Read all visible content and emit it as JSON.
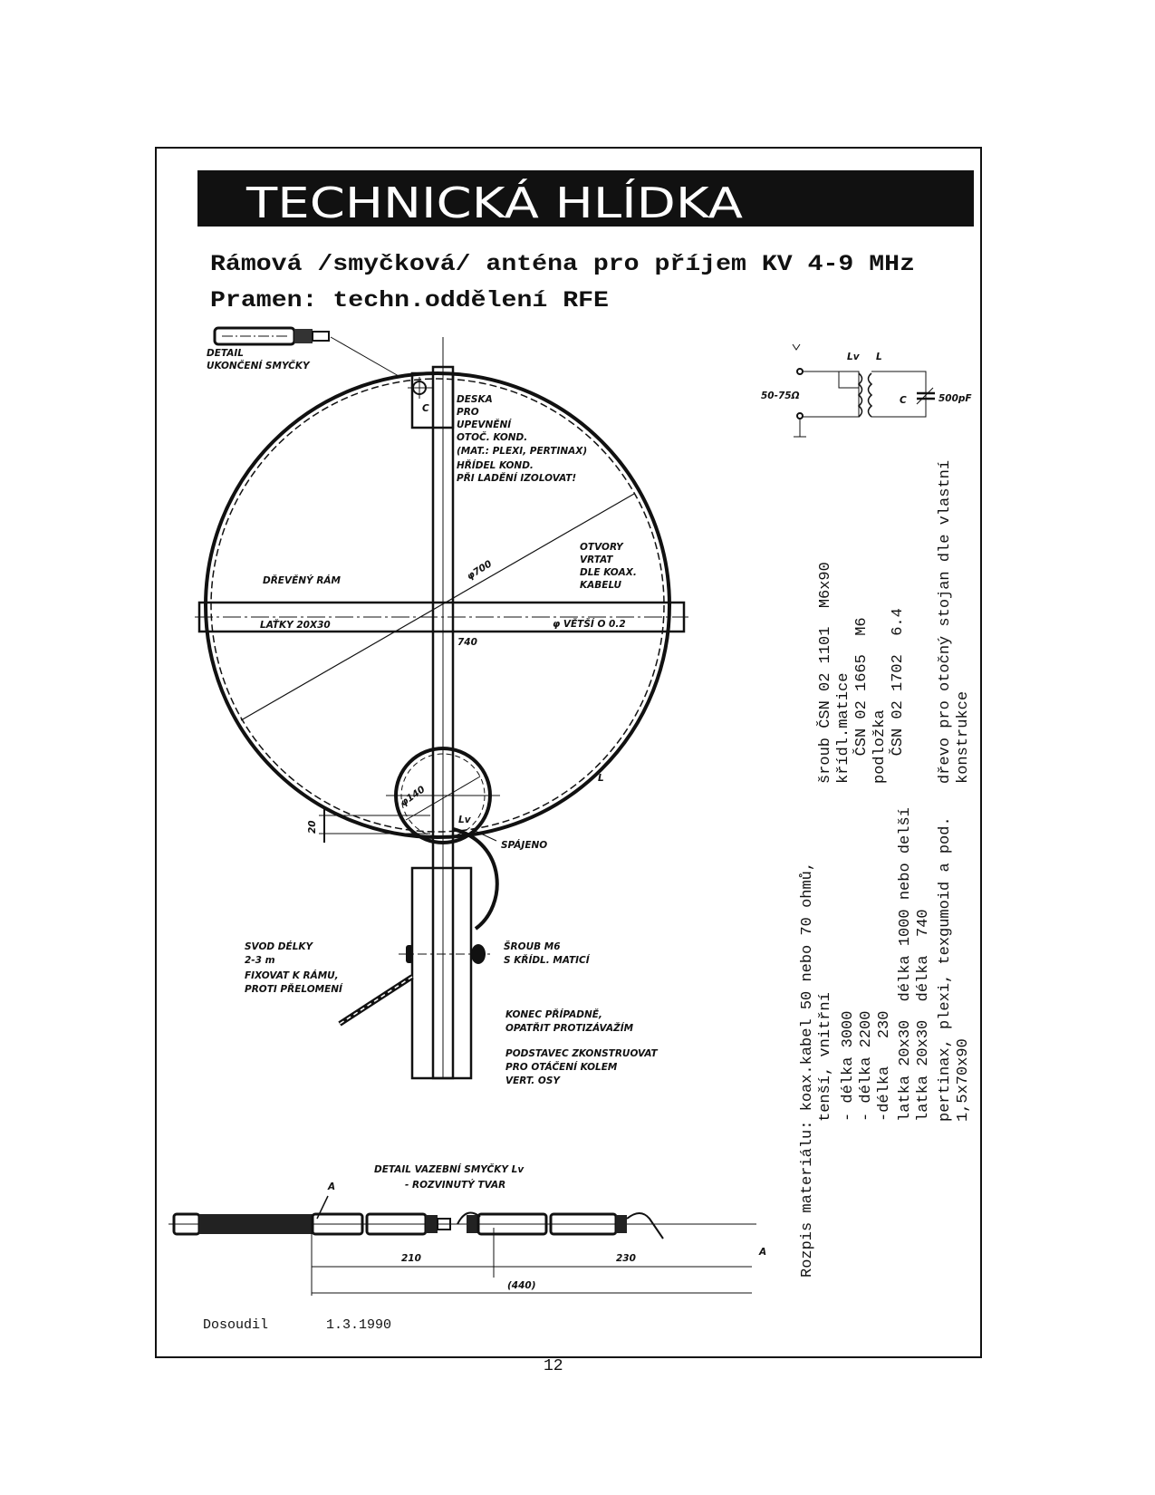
{
  "header": {
    "title": "TECHNICKÁ HLÍDKA"
  },
  "subtitle": {
    "line1": "Rámová /smyčková/ anténa pro příjem KV 4-9 MHz",
    "line2": "Pramen: techn.oddělení RFE"
  },
  "diagram": {
    "detail_end": [
      "DETAIL",
      "UKONČENÍ SMYČKY"
    ],
    "capacitor_label": "C",
    "plate_note": [
      "DESKA",
      "PRO",
      "UPEVNĚNÍ",
      "OTOČ. KOND.",
      "(MAT.: PLEXI, PERTINAX)",
      "HŘÍDEL KOND.",
      "PŘI LADĚNÍ IZOLOVAT!"
    ],
    "wooden_frame": "DŘEVĚNÝ RÁM",
    "diameter_main": "φ700",
    "holes_note": [
      "OTVORY",
      "VRTAT",
      "DLE KOAX.",
      "KABELU"
    ],
    "slats": "LAŤKY 20X30",
    "slat_length": "740",
    "hole_diameter": "φ VĚTŠÍ O 0.2",
    "diameter_loop": "φ140",
    "loop_lv": "Lv",
    "loop_l": "L",
    "gap": "20",
    "soldered": "SPÁJENO",
    "lead_note": [
      "SVOD DÉLKY",
      "2-3 m",
      "FIXOVAT K RÁMU,",
      "PROTI PŘELOMENÍ"
    ],
    "bolt_note": [
      "ŠROUB M6",
      "S KŘÍDL. MATICÍ"
    ],
    "end_note": [
      "KONEC PŘÍPADNĚ,",
      "OPATŘIT PROTIZÁVAŽÍM"
    ],
    "stand_note": [
      "PODSTAVEC ZKONSTRUOVAT",
      "PRO OTÁČENÍ KOLEM",
      "VERT. OSY"
    ]
  },
  "schematic": {
    "lv": "Lv",
    "l": "L",
    "impedance": "50-75Ω",
    "c": "C",
    "capacitance": "500pF"
  },
  "coupling_detail": {
    "title": "DETAIL VAZEBNÍ SMYČKY Lv",
    "subtitle": "- ROZVINUTÝ TVAR",
    "point_a": "A",
    "dim1": "210",
    "dim2": "230",
    "total": "(440)"
  },
  "materials": {
    "col1": [
      "Rozpis materiálu: koax.kabel 50 nebo 70 ohmů,",
      "tenší, vnitřní",
      "- délka 3000",
      "- délka 2200",
      "-délka   230",
      "latka 20x30  délka 1000 nebo delší",
      "latka 20x30  délka  740",
      "pertinax, plexi, texgumoid a pod.",
      "1,5x70x90"
    ],
    "col2": [
      "šroub ČSN 02 1101  M6x90",
      "křídl.matice",
      "   ČSN 02 1665  M6",
      "podložka",
      "   ČSN 02 1702  6.4",
      "dřevo pro otočný stojan dle vlastní",
      "konstrukce"
    ]
  },
  "footer": {
    "author": "Dosoudil",
    "date": "1.3.1990",
    "page": "12"
  }
}
